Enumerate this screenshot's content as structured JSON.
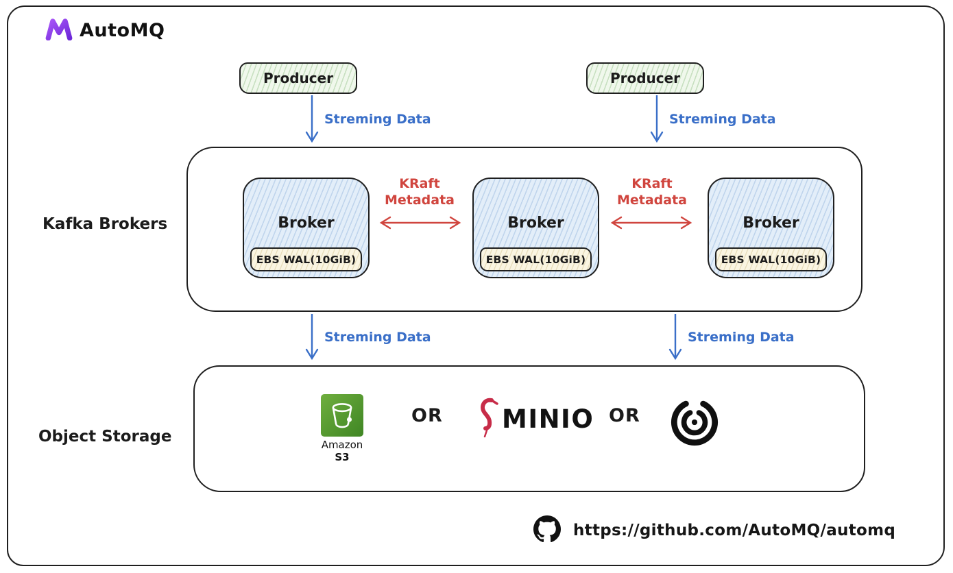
{
  "brand": {
    "name": "AutoMQ"
  },
  "producers": {
    "left": "Producer",
    "right": "Producer"
  },
  "side_labels": {
    "kafka": "Kafka Brokers",
    "storage": "Object Storage"
  },
  "flows": {
    "top_left": "Streming Data",
    "top_right": "Streming Data",
    "bottom_left": "Streming Data",
    "bottom_right": "Streming Data",
    "kraft_left": "KRaft\nMetadata",
    "kraft_right": "KRaft\nMetadata"
  },
  "brokers": {
    "b1": {
      "label": "Broker",
      "wal": "EBS WAL(10GiB)"
    },
    "b2": {
      "label": "Broker",
      "wal": "EBS WAL(10GiB)"
    },
    "b3": {
      "label": "Broker",
      "wal": "EBS WAL(10GiB)"
    }
  },
  "storage": {
    "s3_line1": "Amazon",
    "s3_line2": "S3",
    "or_1": "OR",
    "minio": "MINIO",
    "or_2": "OR"
  },
  "footer": {
    "url": "https://github.com/AutoMQ/automq"
  },
  "colors": {
    "ink": "#1f1f1f",
    "flow_blue": "#3a6fc8",
    "kraft_red": "#d0453e",
    "producer_fill": "#f0f8ec",
    "broker_fill": "#e3eef9",
    "wal_fill": "#faf5e2",
    "s3_green": "#3f8624",
    "minio_red": "#C72C48"
  }
}
